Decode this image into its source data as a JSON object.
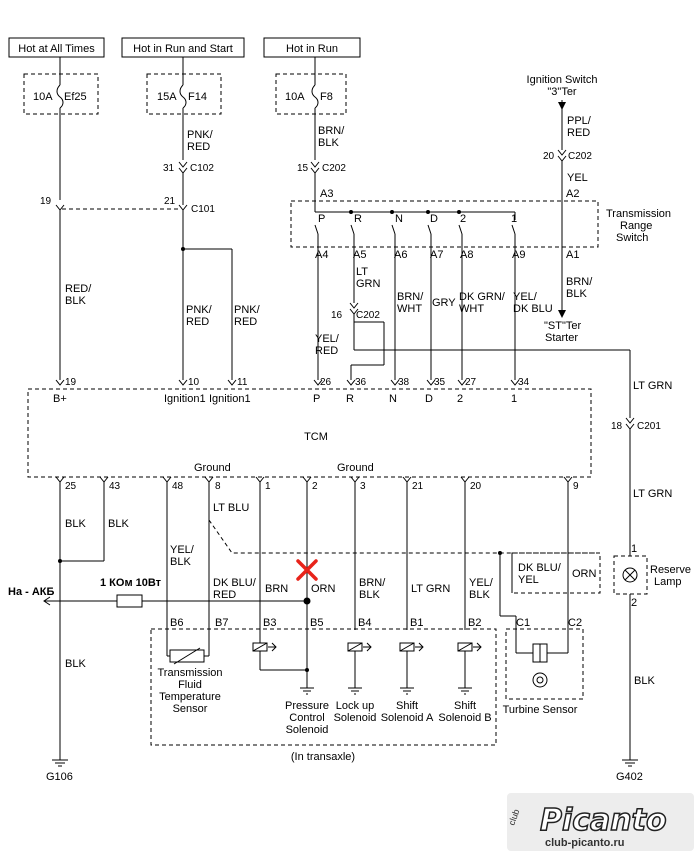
{
  "power": {
    "hot_all": "Hot at All Times",
    "hot_run_start": "Hot in Run and Start",
    "hot_run": "Hot in Run"
  },
  "fuses": {
    "ef25_amp": "10A",
    "ef25": "Ef25",
    "f14_amp": "15A",
    "f14": "F14",
    "f8_amp": "10A",
    "f8": "F8"
  },
  "ign_switch": {
    "line1": "Ignition Switch",
    "line2": "\"3\"Ter"
  },
  "wires": {
    "pnk_red_a": "PNK/",
    "pnk_red_b": "RED",
    "brn_blk_a": "BRN/",
    "brn_blk_b": "BLK",
    "ppl_red_a": "PPL/",
    "ppl_red_b": "RED",
    "yel": "YEL",
    "red_blk_a": "RED/",
    "red_blk_b": "BLK",
    "pnk_red2_a": "PNK/",
    "pnk_red2_b": "RED",
    "pnk_red3_a": "PNK/",
    "pnk_red3_b": "RED",
    "lt_grn_a": "LT",
    "lt_grn_b": "GRN",
    "brn_wht_a": "BRN/",
    "brn_wht_b": "WHT",
    "gry": "GRY",
    "dk_grn_wht_a": "DK GRN/",
    "dk_grn_wht_b": "WHT",
    "yel_dk_blu_a": "YEL/",
    "yel_dk_blu_b": "DK BLU",
    "brn_blk2_a": "BRN/",
    "brn_blk2_b": "BLK",
    "yel_red_a": "YEL/",
    "yel_red_b": "RED",
    "lt_grn_right": "LT GRN",
    "lt_grn_right2": "LT GRN",
    "blk1": "BLK",
    "blk2": "BLK",
    "blk3": "BLK",
    "blk4": "BLK",
    "yel_blk_a": "YEL/",
    "yel_blk_b": "BLK",
    "lt_blu": "LT BLU",
    "dk_blu_red_a": "DK BLU/",
    "dk_blu_red_b": "RED",
    "brn": "BRN",
    "orn": "ORN",
    "brn_blk3_a": "BRN/",
    "brn_blk3_b": "BLK",
    "lt_grn_mid": "LT GRN",
    "yel_blk2_a": "YEL/",
    "yel_blk2_b": "BLK",
    "dk_blu_yel_a": "DK BLU/",
    "dk_blu_yel_b": "YEL",
    "orn2": "ORN"
  },
  "connectors": {
    "c102_pin": "31",
    "c102": "C102",
    "c202_pin": "15",
    "c202": "C202",
    "c202b_pin": "20",
    "c202b": "C202",
    "c101_pin_l": "19",
    "c101_pin_r": "21",
    "c101": "C101",
    "a3": "A3",
    "a2": "A2",
    "c202c_pin": "16",
    "c202c": "C202",
    "c201_pin": "18",
    "c201": "C201",
    "a4": "A4",
    "a5": "A5",
    "a6": "A6",
    "a7": "A7",
    "a8": "A8",
    "a9": "A9",
    "a1": "A1"
  },
  "trs": {
    "title1": "Transmission",
    "title2": "Range",
    "title3": "Switch",
    "p": "P",
    "r": "R",
    "n": "N",
    "d": "D",
    "two": "2",
    "one": "1",
    "starter1": "\"ST\"Ter",
    "starter2": "Starter"
  },
  "tcm": {
    "title": "TCM",
    "pin19": "19",
    "pin10": "10",
    "pin11": "11",
    "pin26": "26",
    "pin36": "36",
    "pin38": "38",
    "pin35": "35",
    "pin27": "27",
    "pin34": "34",
    "bplus": "B+",
    "ign1a": "Ignition1",
    "ign1b": "Ignition1",
    "lbl_p": "P",
    "lbl_r": "R",
    "lbl_n": "N",
    "lbl_d": "D",
    "lbl_2": "2",
    "lbl_1": "1",
    "ground1": "Ground",
    "ground2": "Ground",
    "pin25": "25",
    "pin43": "43",
    "pin48": "48",
    "pin8": "8",
    "pin1": "1",
    "pin2": "2",
    "pin3": "3",
    "pin21": "21",
    "pin20": "20",
    "pin9": "9"
  },
  "transaxle": {
    "b6": "B6",
    "b7": "B7",
    "b3": "B3",
    "b5": "B5",
    "b4": "B4",
    "b1": "B1",
    "b2": "B2",
    "tfts1": "Transmission",
    "tfts2": "Fluid",
    "tfts3": "Temperature",
    "tfts4": "Sensor",
    "pcs1": "Pressure",
    "pcs2": "Control",
    "pcs3": "Solenoid",
    "lus1": "Lock up",
    "lus2": "Solenoid",
    "ssa1": "Shift",
    "ssa2": "Solenoid A",
    "ssb1": "Shift",
    "ssb2": "Solenoid B",
    "caption": "(In transaxle)"
  },
  "turbine": {
    "c1": "C1",
    "c2": "C2",
    "label": "Turbine Sensor"
  },
  "lamp": {
    "pin1": "1",
    "pin2": "2",
    "line1": "Reserve",
    "line2": "Lamp"
  },
  "grounds": {
    "g106": "G106",
    "g402": "G402"
  },
  "annotation": {
    "akb": "На - АКБ",
    "resistor": "1 КОм 10Вт"
  },
  "logo": {
    "brand": "Picanto",
    "site": "club-picanto.ru",
    "club": "club"
  },
  "colors": {
    "mark": "#e8231a",
    "wire": "#000000"
  }
}
